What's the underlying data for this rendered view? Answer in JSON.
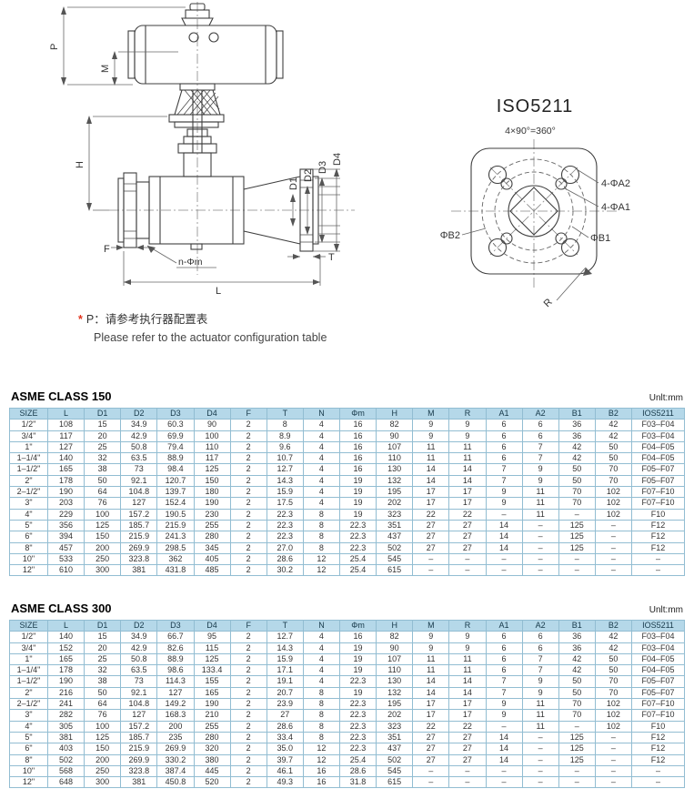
{
  "drawing": {
    "dims": {
      "p": "P",
      "m": "M",
      "h": "H",
      "d1": "D1",
      "d2": "D2",
      "d3": "D3",
      "d4": "D4",
      "f": "F",
      "t": "T",
      "nm": "n-Φm",
      "l": "L"
    },
    "iso": {
      "title": "ISO5211",
      "angle": "4×90°=360°",
      "a2": "4-ΦA2",
      "a1": "4-ΦA1",
      "b2": "ΦB2",
      "b1": "ΦB1",
      "r": "R"
    }
  },
  "note": {
    "star": "*",
    "zh": "P：请参考执行器配置表",
    "en": "Please refer to the actuator configuration table"
  },
  "tables": [
    {
      "title": "ASME CLASS 150",
      "unit": "Unlt:mm",
      "headers": [
        "SIZE",
        "L",
        "D1",
        "D2",
        "D3",
        "D4",
        "F",
        "T",
        "N",
        "Φm",
        "H",
        "M",
        "R",
        "A1",
        "A2",
        "B1",
        "B2",
        "IOS5211"
      ],
      "rows": [
        [
          "1/2\"",
          "108",
          "15",
          "34.9",
          "60.3",
          "90",
          "2",
          "8",
          "4",
          "16",
          "82",
          "9",
          "9",
          "6",
          "6",
          "36",
          "42",
          "F03–F04"
        ],
        [
          "3/4\"",
          "117",
          "20",
          "42.9",
          "69.9",
          "100",
          "2",
          "8.9",
          "4",
          "16",
          "90",
          "9",
          "9",
          "6",
          "6",
          "36",
          "42",
          "F03–F04"
        ],
        [
          "1\"",
          "127",
          "25",
          "50.8",
          "79.4",
          "110",
          "2",
          "9.6",
          "4",
          "16",
          "107",
          "11",
          "11",
          "6",
          "7",
          "42",
          "50",
          "F04–F05"
        ],
        [
          "1–1/4\"",
          "140",
          "32",
          "63.5",
          "88.9",
          "117",
          "2",
          "10.7",
          "4",
          "16",
          "110",
          "11",
          "11",
          "6",
          "7",
          "42",
          "50",
          "F04–F05"
        ],
        [
          "1–1/2\"",
          "165",
          "38",
          "73",
          "98.4",
          "125",
          "2",
          "12.7",
          "4",
          "16",
          "130",
          "14",
          "14",
          "7",
          "9",
          "50",
          "70",
          "F05–F07"
        ],
        [
          "2\"",
          "178",
          "50",
          "92.1",
          "120.7",
          "150",
          "2",
          "14.3",
          "4",
          "19",
          "132",
          "14",
          "14",
          "7",
          "9",
          "50",
          "70",
          "F05–F07"
        ],
        [
          "2–1/2\"",
          "190",
          "64",
          "104.8",
          "139.7",
          "180",
          "2",
          "15.9",
          "4",
          "19",
          "195",
          "17",
          "17",
          "9",
          "11",
          "70",
          "102",
          "F07–F10"
        ],
        [
          "3\"",
          "203",
          "76",
          "127",
          "152.4",
          "190",
          "2",
          "17.5",
          "4",
          "19",
          "202",
          "17",
          "17",
          "9",
          "11",
          "70",
          "102",
          "F07–F10"
        ],
        [
          "4\"",
          "229",
          "100",
          "157.2",
          "190.5",
          "230",
          "2",
          "22.3",
          "8",
          "19",
          "323",
          "22",
          "22",
          "–",
          "11",
          "–",
          "102",
          "F10"
        ],
        [
          "5\"",
          "356",
          "125",
          "185.7",
          "215.9",
          "255",
          "2",
          "22.3",
          "8",
          "22.3",
          "351",
          "27",
          "27",
          "14",
          "–",
          "125",
          "–",
          "F12"
        ],
        [
          "6\"",
          "394",
          "150",
          "215.9",
          "241.3",
          "280",
          "2",
          "22.3",
          "8",
          "22.3",
          "437",
          "27",
          "27",
          "14",
          "–",
          "125",
          "–",
          "F12"
        ],
        [
          "8\"",
          "457",
          "200",
          "269.9",
          "298.5",
          "345",
          "2",
          "27.0",
          "8",
          "22.3",
          "502",
          "27",
          "27",
          "14",
          "–",
          "125",
          "–",
          "F12"
        ],
        [
          "10\"",
          "533",
          "250",
          "323.8",
          "362",
          "405",
          "2",
          "28.6",
          "12",
          "25.4",
          "545",
          "–",
          "–",
          "–",
          "–",
          "–",
          "–",
          "–"
        ],
        [
          "12\"",
          "610",
          "300",
          "381",
          "431.8",
          "485",
          "2",
          "30.2",
          "12",
          "25.4",
          "615",
          "–",
          "–",
          "–",
          "–",
          "–",
          "–",
          "–"
        ]
      ]
    },
    {
      "title": "ASME CLASS 300",
      "unit": "Unlt:mm",
      "headers": [
        "SIZE",
        "L",
        "D1",
        "D2",
        "D3",
        "D4",
        "F",
        "T",
        "N",
        "Φm",
        "H",
        "M",
        "R",
        "A1",
        "A2",
        "B1",
        "B2",
        "IOS5211"
      ],
      "rows": [
        [
          "1/2\"",
          "140",
          "15",
          "34.9",
          "66.7",
          "95",
          "2",
          "12.7",
          "4",
          "16",
          "82",
          "9",
          "9",
          "6",
          "6",
          "36",
          "42",
          "F03–F04"
        ],
        [
          "3/4\"",
          "152",
          "20",
          "42.9",
          "82.6",
          "115",
          "2",
          "14.3",
          "4",
          "19",
          "90",
          "9",
          "9",
          "6",
          "6",
          "36",
          "42",
          "F03–F04"
        ],
        [
          "1\"",
          "165",
          "25",
          "50.8",
          "88.9",
          "125",
          "2",
          "15.9",
          "4",
          "19",
          "107",
          "11",
          "11",
          "6",
          "7",
          "42",
          "50",
          "F04–F05"
        ],
        [
          "1–1/4\"",
          "178",
          "32",
          "63.5",
          "98.6",
          "133.4",
          "2",
          "17.1",
          "4",
          "19",
          "110",
          "11",
          "11",
          "6",
          "7",
          "42",
          "50",
          "F04–F05"
        ],
        [
          "1–1/2\"",
          "190",
          "38",
          "73",
          "114.3",
          "155",
          "2",
          "19.1",
          "4",
          "22.3",
          "130",
          "14",
          "14",
          "7",
          "9",
          "50",
          "70",
          "F05–F07"
        ],
        [
          "2\"",
          "216",
          "50",
          "92.1",
          "127",
          "165",
          "2",
          "20.7",
          "8",
          "19",
          "132",
          "14",
          "14",
          "7",
          "9",
          "50",
          "70",
          "F05–F07"
        ],
        [
          "2–1/2\"",
          "241",
          "64",
          "104.8",
          "149.2",
          "190",
          "2",
          "23.9",
          "8",
          "22.3",
          "195",
          "17",
          "17",
          "9",
          "11",
          "70",
          "102",
          "F07–F10"
        ],
        [
          "3\"",
          "282",
          "76",
          "127",
          "168.3",
          "210",
          "2",
          "27",
          "8",
          "22.3",
          "202",
          "17",
          "17",
          "9",
          "11",
          "70",
          "102",
          "F07–F10"
        ],
        [
          "4\"",
          "305",
          "100",
          "157.2",
          "200",
          "255",
          "2",
          "28.6",
          "8",
          "22.3",
          "323",
          "22",
          "22",
          "–",
          "11",
          "–",
          "102",
          "F10"
        ],
        [
          "5\"",
          "381",
          "125",
          "185.7",
          "235",
          "280",
          "2",
          "33.4",
          "8",
          "22.3",
          "351",
          "27",
          "27",
          "14",
          "–",
          "125",
          "–",
          "F12"
        ],
        [
          "6\"",
          "403",
          "150",
          "215.9",
          "269.9",
          "320",
          "2",
          "35.0",
          "12",
          "22.3",
          "437",
          "27",
          "27",
          "14",
          "–",
          "125",
          "–",
          "F12"
        ],
        [
          "8\"",
          "502",
          "200",
          "269.9",
          "330.2",
          "380",
          "2",
          "39.7",
          "12",
          "25.4",
          "502",
          "27",
          "27",
          "14",
          "–",
          "125",
          "–",
          "F12"
        ],
        [
          "10\"",
          "568",
          "250",
          "323.8",
          "387.4",
          "445",
          "2",
          "46.1",
          "16",
          "28.6",
          "545",
          "–",
          "–",
          "–",
          "–",
          "–",
          "–",
          "–"
        ],
        [
          "12\"",
          "648",
          "300",
          "381",
          "450.8",
          "520",
          "2",
          "49.3",
          "16",
          "31.8",
          "615",
          "–",
          "–",
          "–",
          "–",
          "–",
          "–",
          "–"
        ]
      ]
    }
  ]
}
